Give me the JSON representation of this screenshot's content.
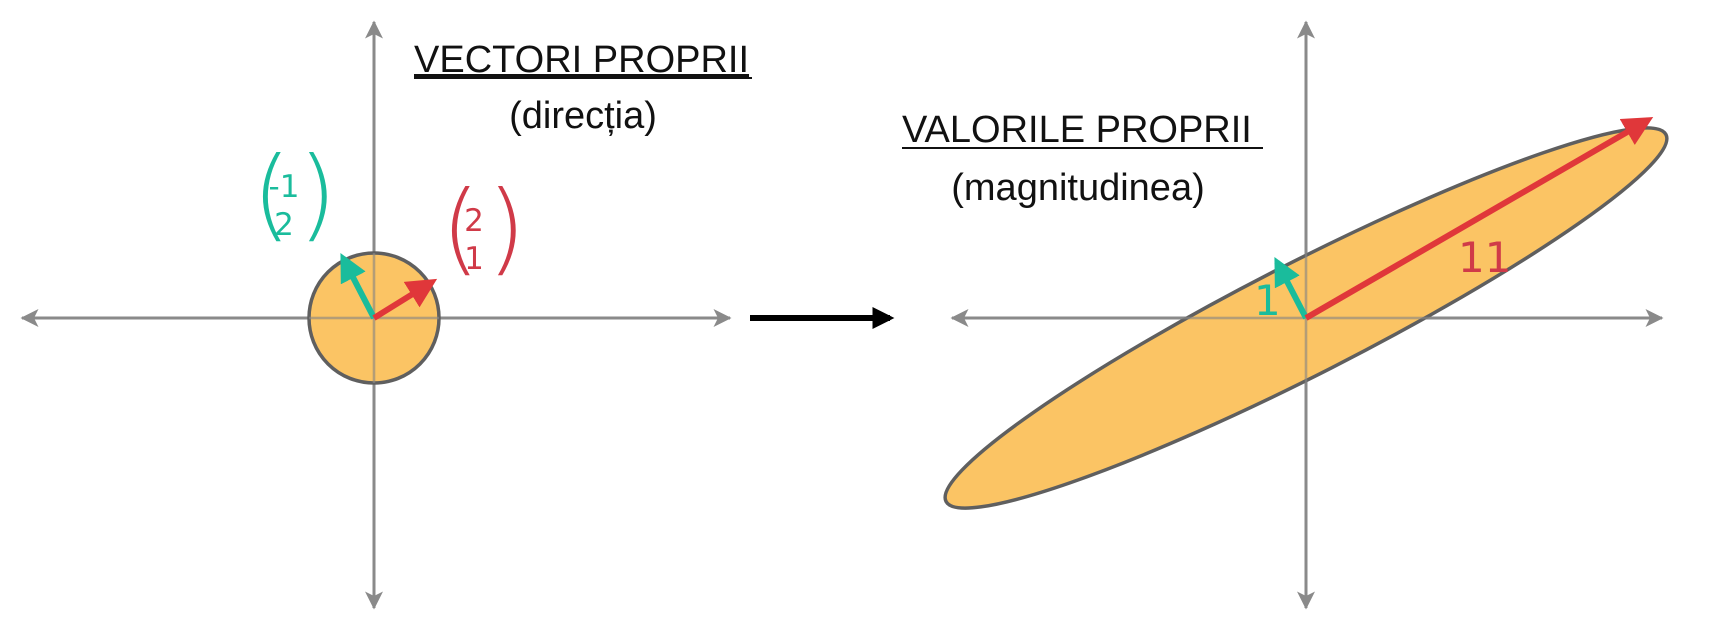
{
  "left": {
    "title": "VECTORI PROPRII",
    "subtitle": "(direcția)",
    "vector_a": {
      "top": "-1",
      "bottom": "2"
    },
    "vector_b": {
      "top": "2",
      "bottom": "1"
    }
  },
  "right": {
    "title": "VALORILE PROPRII",
    "subtitle": "(magnitudinea)",
    "eigenvalue_small": "1",
    "eigenvalue_large": "11"
  },
  "colors": {
    "axis": "#8a8a8a",
    "fill": "#fbbf57",
    "outline": "#5f5f5f",
    "teal": "#1abc9c",
    "red": "#e0373a",
    "label_red": "#d03a48",
    "arrow": "#000000"
  },
  "icons": {
    "transform_arrow": "right-arrow-icon"
  }
}
